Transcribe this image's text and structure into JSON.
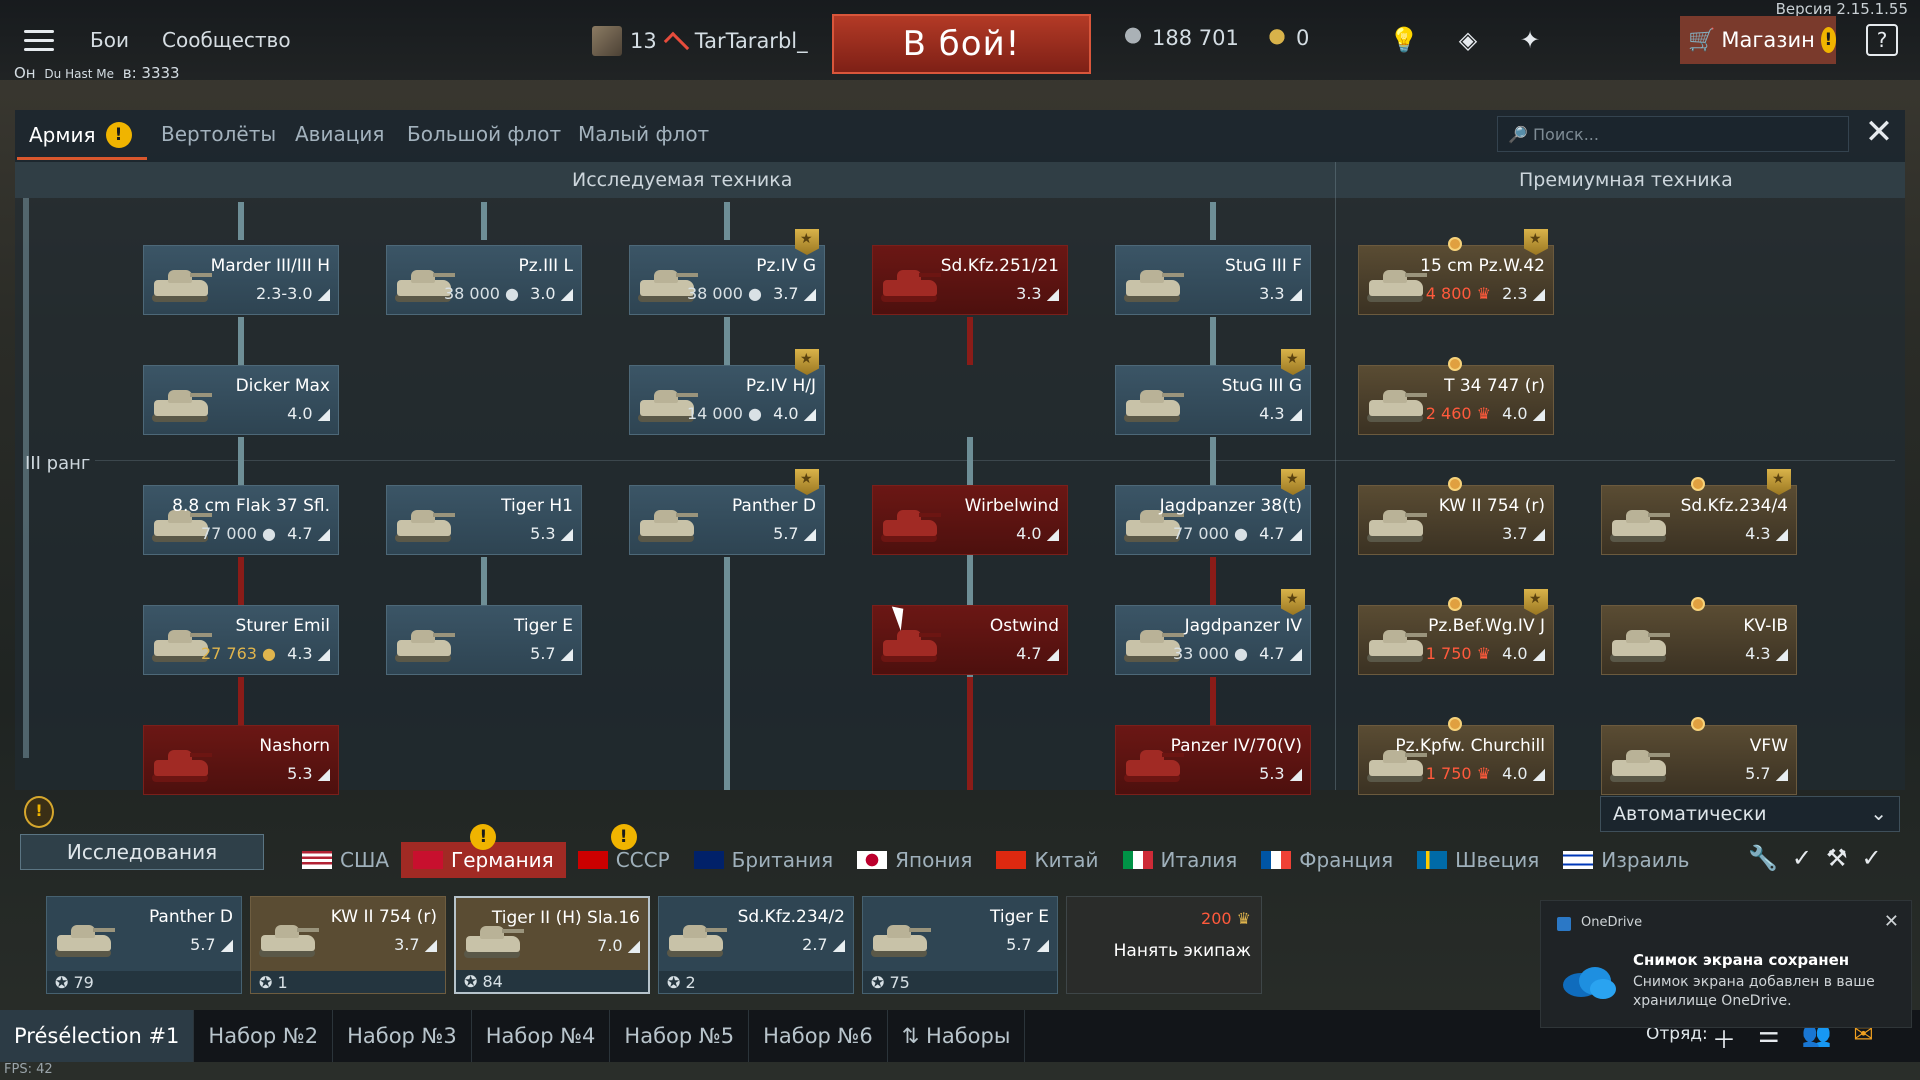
{
  "topbar": {
    "version": "Версия 2.15.1.55",
    "menu_battles": "Бои",
    "menu_community": "Сообщество",
    "online_text": "Он",
    "online_squad": "Du Hast Me",
    "online_battles": "в: 3333",
    "player_level": "13",
    "player_name": "TarTararbl_",
    "battle_button": "В бой!",
    "silver_lions": "188 701",
    "golden_eagles": "0",
    "shop_label": "Магазин",
    "warn_mark": "!",
    "help_label": "?"
  },
  "tabs": {
    "army": "Армия",
    "helicopters": "Вертолёты",
    "aviation": "Авиация",
    "bluewater": "Большой флот",
    "coastal": "Малый флот",
    "search_placeholder": "🔎 Поиск...",
    "close": "✕"
  },
  "sections": {
    "researchable": "Исследуемая техника",
    "premium": "Премиумная техника",
    "rank": "III ранг"
  },
  "tree": [
    {
      "name": "Marder III/III H",
      "br": "2.3-3.0",
      "cost": "",
      "state": "normal"
    },
    {
      "name": "Pz.III L",
      "br": "3.0",
      "cost": "38 000",
      "state": "normal"
    },
    {
      "name": "Pz.IV G",
      "br": "3.7",
      "cost": "38 000",
      "state": "normal"
    },
    {
      "name": "Sd.Kfz.251/21",
      "br": "3.3",
      "cost": "",
      "state": "red"
    },
    {
      "name": "StuG III F",
      "br": "3.3",
      "cost": "",
      "state": "normal"
    },
    {
      "name": "15 cm Pz.W.42",
      "br": "2.3",
      "cost": "4 800",
      "state": "prem"
    },
    {
      "name": "Dicker Max",
      "br": "4.0",
      "cost": "",
      "state": "normal"
    },
    {
      "name": "Pz.IV H/J",
      "br": "4.0",
      "cost": "14 000",
      "state": "normal"
    },
    {
      "name": "StuG III G",
      "br": "4.3",
      "cost": "",
      "state": "normal"
    },
    {
      "name": "T 34 747 (r)",
      "br": "4.0",
      "cost": "2 460",
      "state": "prem"
    },
    {
      "name": "8.8 cm Flak 37 Sfl.",
      "br": "4.7",
      "cost": "77 000",
      "state": "normal"
    },
    {
      "name": "Tiger H1",
      "br": "5.3",
      "cost": "",
      "state": "normal"
    },
    {
      "name": "Panther D",
      "br": "5.7",
      "cost": "",
      "state": "normal"
    },
    {
      "name": "Wirbelwind",
      "br": "4.0",
      "cost": "",
      "state": "red"
    },
    {
      "name": "Jagdpanzer 38(t)",
      "br": "4.7",
      "cost": "77 000",
      "state": "normal"
    },
    {
      "name": "KW II 754 (r)",
      "br": "3.7",
      "cost": "",
      "state": "prem"
    },
    {
      "name": "Sd.Kfz.234/4",
      "br": "4.3",
      "cost": "",
      "state": "prem"
    },
    {
      "name": "Sturer Emil",
      "br": "4.3",
      "cost": "27 763",
      "state": "normal"
    },
    {
      "name": "Tiger E",
      "br": "5.7",
      "cost": "",
      "state": "normal"
    },
    {
      "name": "Ostwind",
      "br": "4.7",
      "cost": "",
      "state": "red"
    },
    {
      "name": "Jagdpanzer IV",
      "br": "4.7",
      "cost": "33 000",
      "state": "normal"
    },
    {
      "name": "Pz.Bef.Wg.IV J",
      "br": "4.0",
      "cost": "1 750",
      "state": "prem"
    },
    {
      "name": "KV-IB",
      "br": "4.3",
      "cost": "",
      "state": "prem"
    },
    {
      "name": "Nashorn",
      "br": "5.3",
      "cost": "",
      "state": "red"
    },
    {
      "name": "Panzer IV/70(V)",
      "br": "5.3",
      "cost": "",
      "state": "red"
    },
    {
      "name": "Pz.Kpfw. Churchill",
      "br": "4.0",
      "cost": "1 750",
      "state": "prem"
    },
    {
      "name": "VFW",
      "br": "5.7",
      "cost": "",
      "state": "prem"
    }
  ],
  "controls": {
    "research": "Исследования",
    "auto": "Автоматически",
    "chevron": "⌄"
  },
  "nations": [
    "США",
    "Германия",
    "СССР",
    "Британия",
    "Япония",
    "Китай",
    "Италия",
    "Франция",
    "Швеция",
    "Израиль"
  ],
  "slots": [
    {
      "name": "Panther D",
      "br": "5.7",
      "crew": "79"
    },
    {
      "name": "KW II 754 (r)",
      "br": "3.7",
      "crew": "1"
    },
    {
      "name": "Tiger II (H) Sla.16",
      "br": "7.0",
      "crew": "84"
    },
    {
      "name": "Sd.Kfz.234/2",
      "br": "2.7",
      "crew": "2"
    },
    {
      "name": "Tiger E",
      "br": "5.7",
      "crew": "75"
    }
  ],
  "hire": {
    "cost": "200",
    "label": "Нанять экипаж"
  },
  "presets": [
    "Présélection #1",
    "Набор №2",
    "Набор №3",
    "Набор №4",
    "Набор №5",
    "Набор №6",
    "⇅  Наборы"
  ],
  "squad": "Отряд:",
  "fps": "FPS: 42",
  "toast": {
    "app": "OneDrive",
    "title": "Снимок экрана сохранен",
    "body": "Снимок экрана добавлен в ваше хранилище OneDrive.",
    "close": "✕"
  },
  "colors": {
    "accent": "#d9572d",
    "battle": "#b33a26",
    "locked_red": "#6b1714",
    "premium": "#5a4c33",
    "warning": "#f0b400"
  }
}
